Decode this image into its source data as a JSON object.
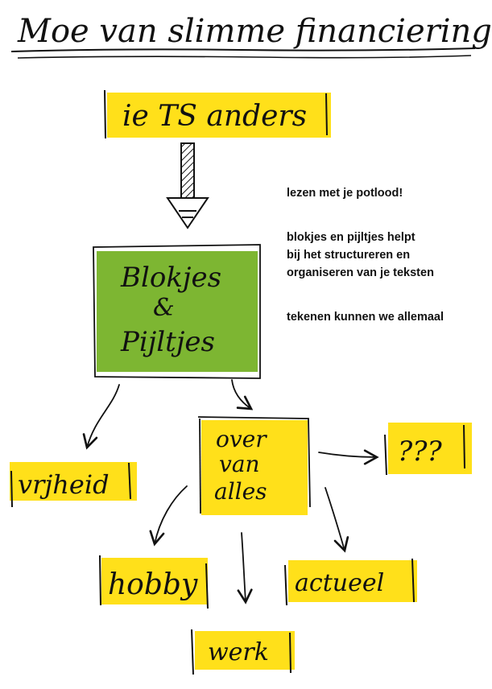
{
  "title": "Moe van slimme financiering",
  "colors": {
    "yellow": "#FFE01A",
    "green": "#7DB632",
    "ink": "#111111"
  },
  "boxes": {
    "iets_anders": "ie TS anders",
    "blokjes": [
      "Blokjes",
      "&",
      "Pijltjes"
    ],
    "over_van_alles": [
      "over",
      "van",
      "alles"
    ],
    "vrijheid": "vrjheid",
    "vraagtekens": "???",
    "hobby": "hobby",
    "actueel": "actueel",
    "werk": "werk"
  },
  "notes": {
    "n1": "lezen met je potlood!",
    "n2": [
      "blokjes en pijltjes helpt",
      "bij het structureren en",
      "organiseren van je teksten"
    ],
    "n3": "tekenen kunnen we allemaal"
  }
}
